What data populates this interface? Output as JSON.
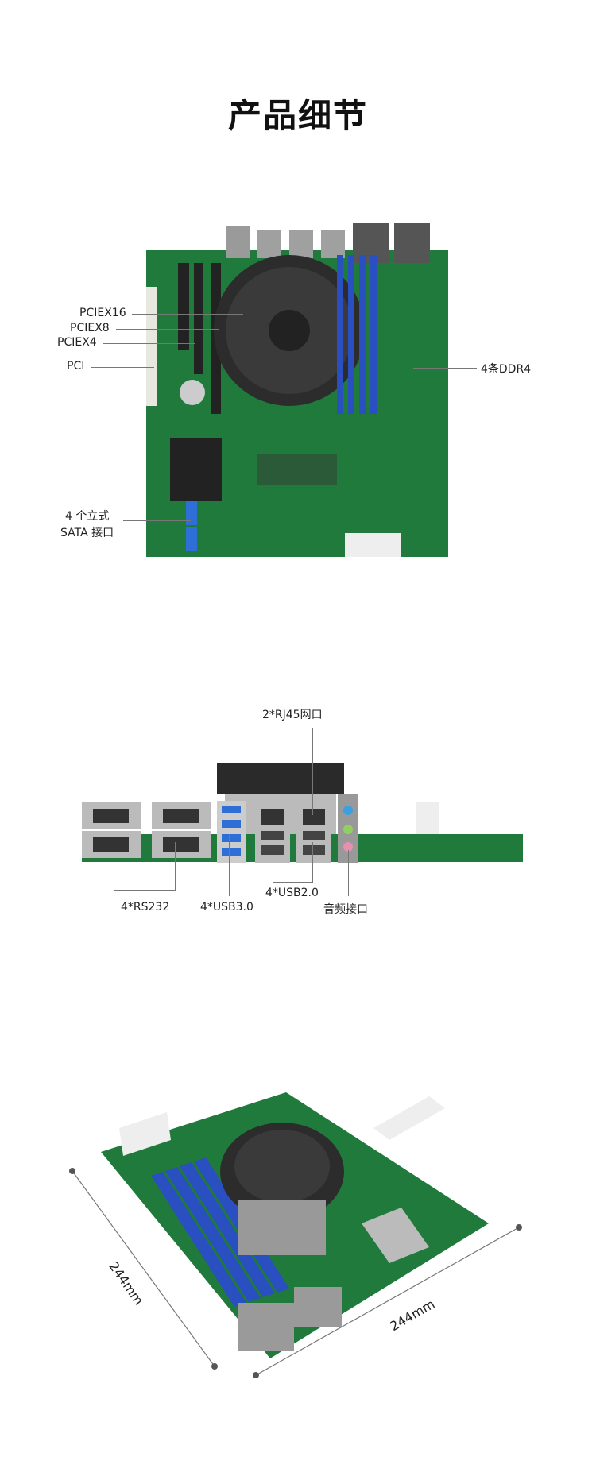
{
  "title": "产品细节",
  "top_view": {
    "labels": {
      "pciex16": "PCIEX16",
      "pciex8": "PCIEX8",
      "pciex4": "PCIEX4",
      "pci": "PCI",
      "ddr4": "4条DDR4",
      "sata_line1": "4 个立式",
      "sata_line2": "SATA 接口"
    }
  },
  "io_view": {
    "labels": {
      "rj45": "2*RJ45网口",
      "rs232": "4*RS232",
      "usb3": "4*USB3.0",
      "usb2": "4*USB2.0",
      "audio": "音频接口"
    }
  },
  "angle_view": {
    "labels": {
      "width": "244mm",
      "depth": "244mm"
    }
  },
  "colors": {
    "pcb": "#1f7a3c",
    "dimm": "#2a4fc0",
    "usb3": "#2d6fd6"
  }
}
